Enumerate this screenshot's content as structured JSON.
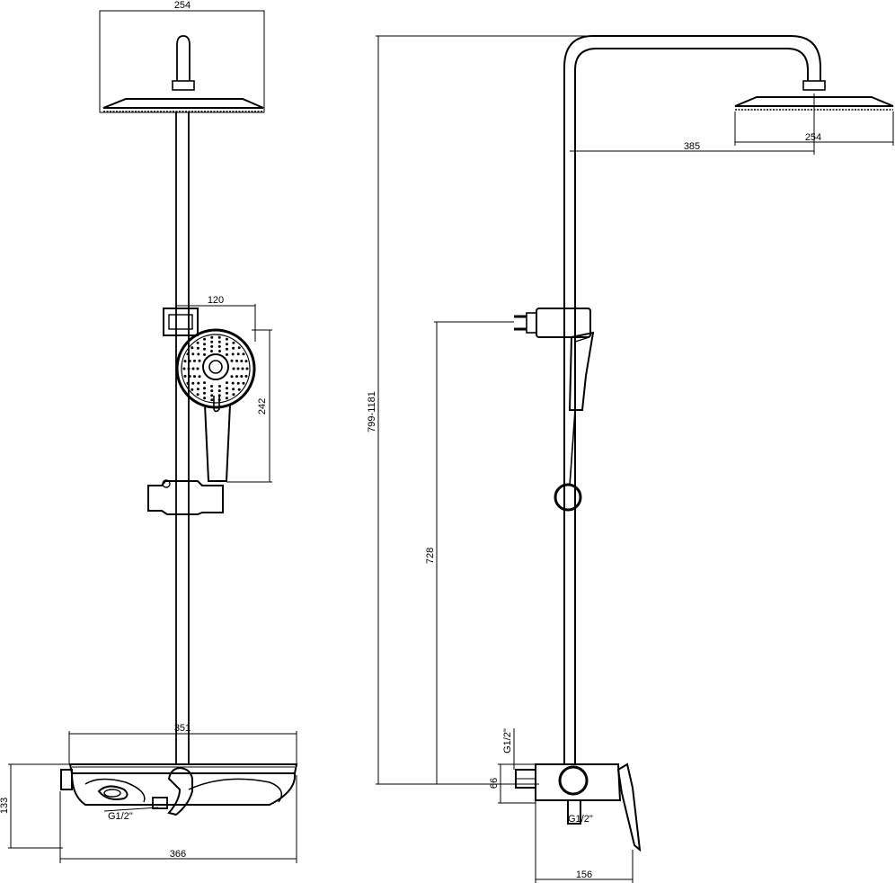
{
  "front_view": {
    "shower_head_width": "254",
    "handset_offset": "120",
    "handset_length": "242",
    "shelf_width": "351",
    "body_width": "366",
    "body_height": "133",
    "inlet_thread": "G1/2\""
  },
  "side_view": {
    "total_height_range": "799-1181",
    "arm_reach": "385",
    "shower_head_width": "254",
    "holder_height": "728",
    "inlet_thread_top": "G1/2\"",
    "inlet_height": "66",
    "inlet_thread_bottom": "G1/2\"",
    "body_depth": "156"
  }
}
